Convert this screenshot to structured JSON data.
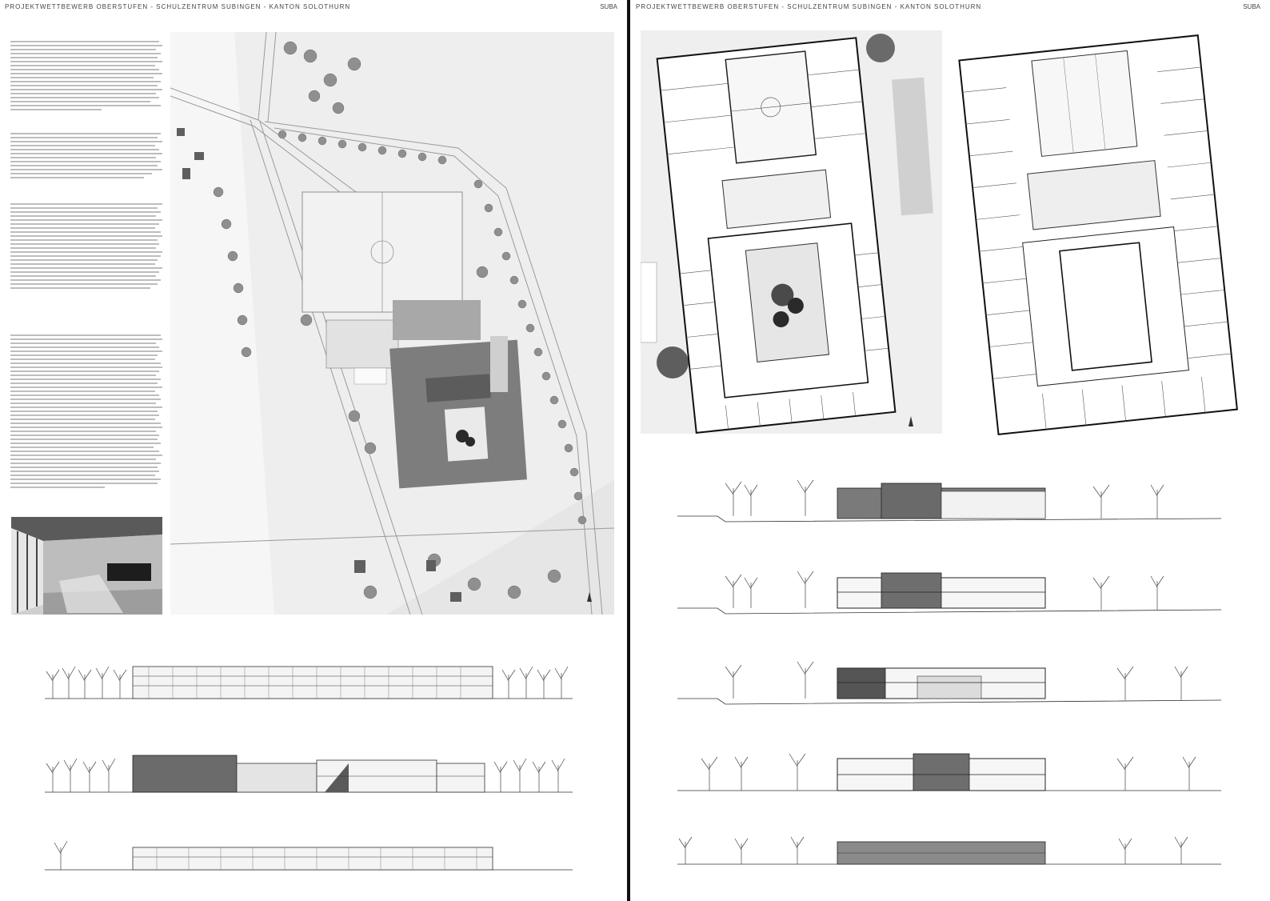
{
  "left_sheet": {
    "title": "PROJEKTWETTBEWERB OBERSTUFEN - SCHULZENTRUM SUBINGEN - KANTON SOLOTHURN",
    "code": "SUBA"
  },
  "right_sheet": {
    "title": "PROJEKTWETTBEWERB OBERSTUFEN - SCHULZENTRUM SUBINGEN - KANTON SOLOTHURN",
    "code": "SUBA"
  }
}
